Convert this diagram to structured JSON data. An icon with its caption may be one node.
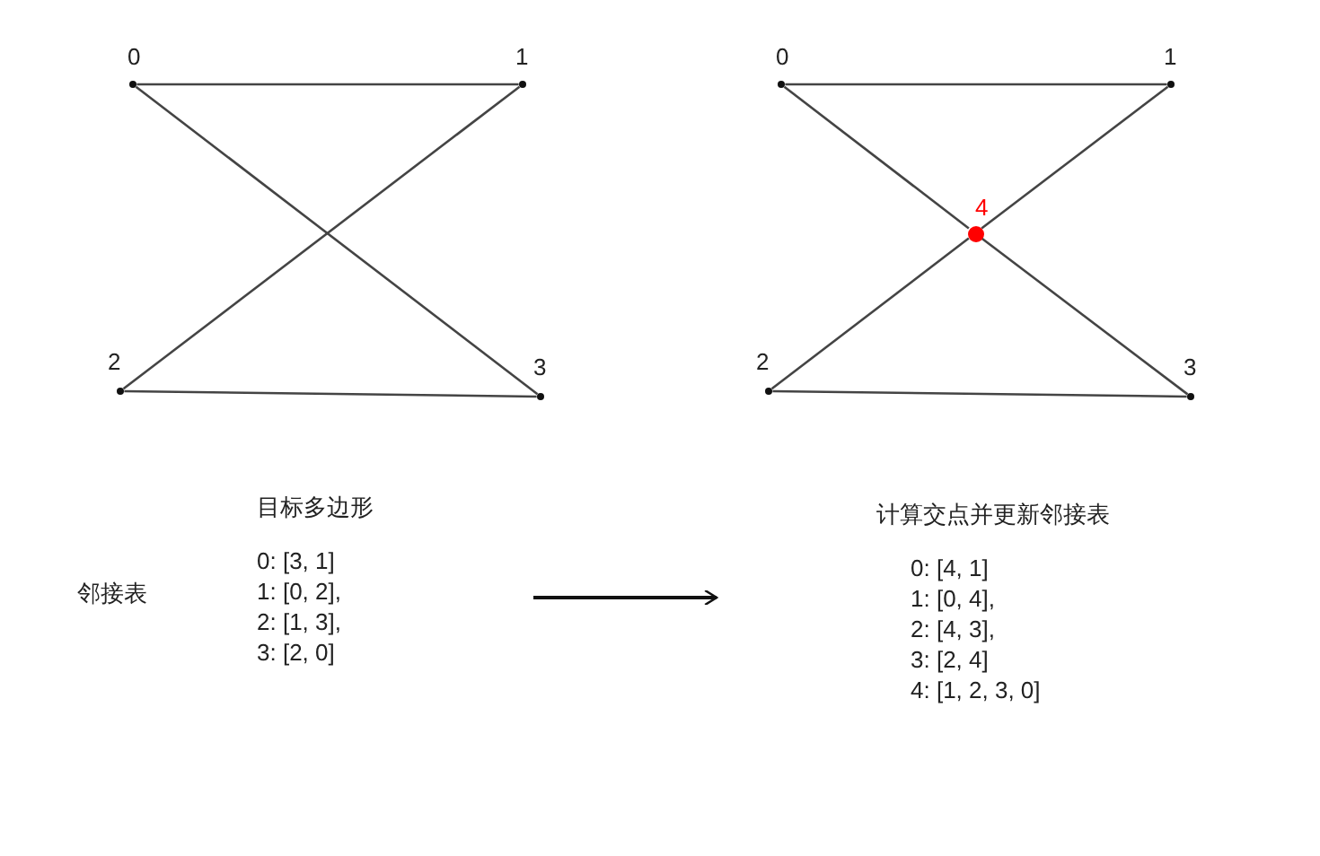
{
  "diagram": {
    "nodes": [
      {
        "text": [],
        "shape": "circle",
        "beside": [
          "0"
        ]
      },
      {
        "text": [],
        "shape": "circle",
        "beside": [
          "1"
        ]
      },
      {
        "text": [],
        "shape": "circle",
        "beside": [
          "2"
        ]
      },
      {
        "text": [],
        "shape": "circle",
        "beside": [
          "3"
        ]
      },
      {
        "text": [],
        "shape": "circle",
        "beside": [
          "0"
        ]
      },
      {
        "text": [],
        "shape": "circle",
        "beside": [
          "1"
        ]
      },
      {
        "text": [],
        "shape": "circle",
        "beside": [
          "2"
        ]
      },
      {
        "text": [],
        "shape": "circle",
        "beside": [
          "3"
        ]
      },
      {
        "text": [],
        "shape": "circle",
        "beside": [
          "4"
        ]
      },
      {
        "text": [
          "目标多边形",
          "0: [3, 1]",
          "1: [0, 2],",
          "2: [1, 3],",
          "3: [2, 0]"
        ]
      },
      {
        "text": [
          "计算交点并更新邻接表",
          "0: [4, 1]",
          "1: [0, 4],",
          "2: [4, 3],",
          "3: [2, 4]",
          "4: [1, 2, 3, 0]"
        ]
      }
    ],
    "edges": [
      {
        "from": 0,
        "to": 1,
        "arrow": "none"
      },
      {
        "from": 0,
        "to": 3,
        "arrow": "none"
      },
      {
        "from": 1,
        "to": 2,
        "arrow": "none"
      },
      {
        "from": 2,
        "to": 3,
        "arrow": "none"
      },
      {
        "from": 4,
        "to": 5,
        "arrow": "none"
      },
      {
        "from": 4,
        "to": 8,
        "arrow": "none"
      },
      {
        "from": 8,
        "to": 7,
        "arrow": "none"
      },
      {
        "from": 5,
        "to": 8,
        "arrow": "none"
      },
      {
        "from": 8,
        "to": 6,
        "arrow": "none"
      },
      {
        "from": 6,
        "to": 7,
        "arrow": "none"
      }
    ],
    "labels": [
      "邻接表"
    ]
  }
}
